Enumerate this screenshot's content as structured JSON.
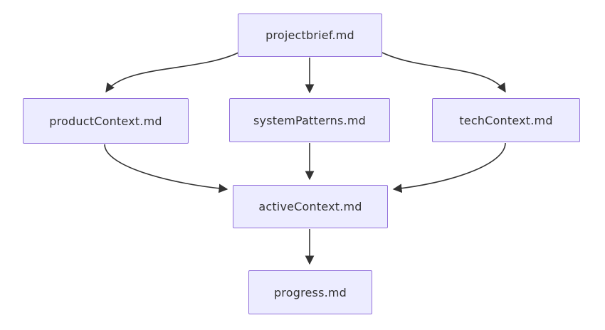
{
  "diagram": {
    "type": "flowchart",
    "direction": "top-down",
    "nodes": [
      {
        "id": "projectbrief",
        "label": "projectbrief.md"
      },
      {
        "id": "productContext",
        "label": "productContext.md"
      },
      {
        "id": "systemPatterns",
        "label": "systemPatterns.md"
      },
      {
        "id": "techContext",
        "label": "techContext.md"
      },
      {
        "id": "activeContext",
        "label": "activeContext.md"
      },
      {
        "id": "progress",
        "label": "progress.md"
      }
    ],
    "edges": [
      {
        "from": "projectbrief",
        "to": "productContext"
      },
      {
        "from": "projectbrief",
        "to": "systemPatterns"
      },
      {
        "from": "projectbrief",
        "to": "techContext"
      },
      {
        "from": "productContext",
        "to": "activeContext"
      },
      {
        "from": "systemPatterns",
        "to": "activeContext"
      },
      {
        "from": "techContext",
        "to": "activeContext"
      },
      {
        "from": "activeContext",
        "to": "progress"
      }
    ],
    "colors": {
      "node_fill": "#ECECFF",
      "node_border": "#9370DB",
      "edge_stroke": "#333333",
      "text": "#333333",
      "background": "#FFFFFF"
    }
  }
}
